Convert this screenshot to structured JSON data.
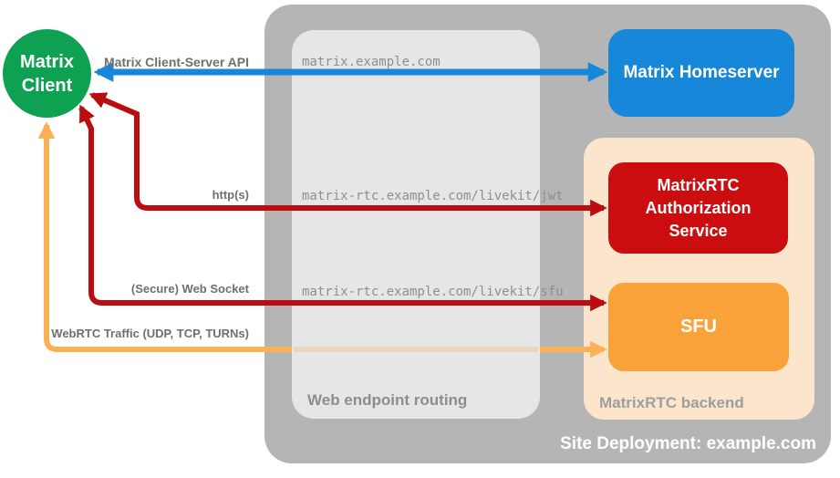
{
  "nodes": {
    "client": {
      "label": "Matrix Client",
      "color": "#0ea152"
    },
    "homeserver": {
      "label": "Matrix Homeserver",
      "color": "#1787d9"
    },
    "auth_service": {
      "label": "MatrixRTC Authorization Service",
      "color": "#cc0d10"
    },
    "sfu": {
      "label": "SFU",
      "color": "#f9a23a"
    }
  },
  "containers": {
    "site_deployment": {
      "label": "Site Deployment: example.com",
      "color": "#b5b5b5"
    },
    "web_endpoint_routing": {
      "label": "Web endpoint routing",
      "color": "#e6e6e6"
    },
    "matrixrtc_backend": {
      "label": "MatrixRTC backend",
      "color": "#fce5cd"
    }
  },
  "arrows": {
    "client_server_api": {
      "label": "Matrix Client-Server API",
      "color": "#1787d9",
      "endpoint": "matrix.example.com",
      "from": "Matrix Client",
      "to": "Matrix Homeserver"
    },
    "https": {
      "label": "http(s)",
      "color": "#bb0d10",
      "endpoint": "matrix-rtc.example.com/livekit/jwt",
      "from": "Matrix Client",
      "to": "MatrixRTC Authorization Service"
    },
    "websocket": {
      "label": "(Secure) Web Socket",
      "color": "#bb0d10",
      "endpoint": "matrix-rtc.example.com/livekit/sfu",
      "from": "Matrix Client",
      "to": "SFU"
    },
    "webrtc": {
      "label": "WebRTC Traffic (UDP, TCP, TURNs)",
      "color": "#fbb055",
      "from": "Matrix Client",
      "to": "SFU"
    }
  }
}
